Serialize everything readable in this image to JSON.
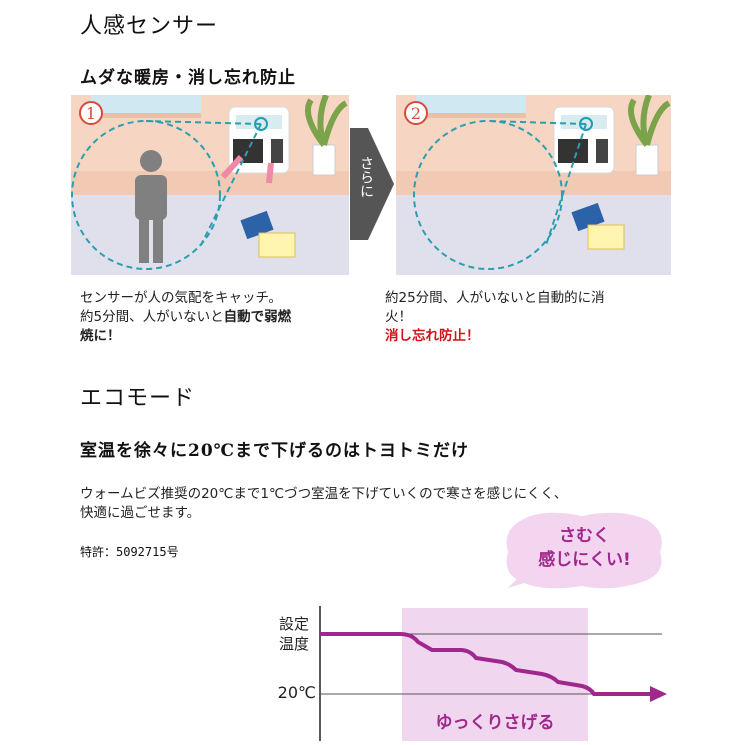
{
  "sensor": {
    "title": "人感センサー",
    "subtitle": "ムダな暖房・消し忘れ防止",
    "panel1_number": "1",
    "panel2_number": "2",
    "arrow_label": "さらに",
    "caption1_line1": "センサーが人の気配をキャッチ。",
    "caption1_line2_a": "約5分間、人がいないと",
    "caption1_line2_b": "自動で弱燃",
    "caption1_line3": "焼に！",
    "caption2_line1": "約25分間、人がいないと自動的に消",
    "caption2_line2": "火！",
    "caption2_line3": "消し忘れ防止！"
  },
  "eco": {
    "title": "エコモード",
    "subtitle": "室温を徐々に20℃まで下げるのはトヨトミだけ",
    "desc_line1": "ウォームビズ推奨の20℃まで1℃づつ室温を下げていくので寒さを感じにくく、",
    "desc_line2": "快適に過ごせます。",
    "patent": "特許：5092715号"
  },
  "chart_data": {
    "type": "line",
    "bubble_line1": "さむく",
    "bubble_line2": "感じにくい!",
    "y_label_line1": "設定",
    "y_label_line2": "温度",
    "y_tick_low": "20℃",
    "shaded_label": "ゆっくりさげる",
    "series": [
      {
        "values": [
          "設定温度",
          "設定温度",
          "段階的に低下",
          "20℃",
          "20℃"
        ]
      }
    ],
    "colors": {
      "line": "#a0288c",
      "shade": "#f0d6ef",
      "bubble": "#f3d5ef",
      "bubble_text": "#a0288c"
    }
  }
}
